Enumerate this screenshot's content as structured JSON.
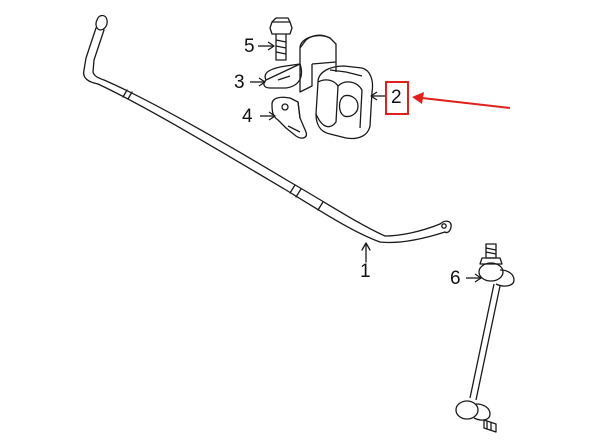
{
  "callouts": {
    "c1": "1",
    "c2": "2",
    "c3": "3",
    "c4": "4",
    "c5": "5",
    "c6": "6"
  },
  "colors": {
    "line": "#1a1a1a",
    "highlight": "#e0201c",
    "background": "#ffffff"
  }
}
